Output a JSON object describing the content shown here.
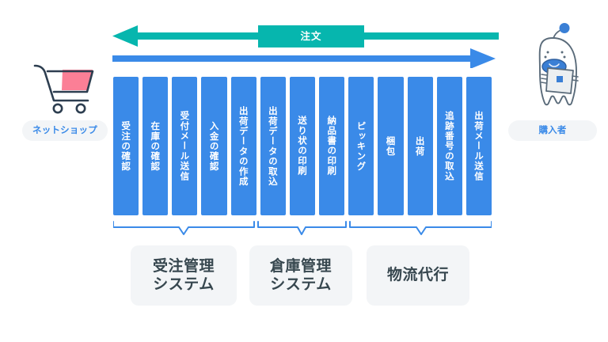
{
  "diagram": {
    "background_color": "#ffffff",
    "accent_blue": "#3a8ae8",
    "accent_teal": "#06b6ae",
    "pill_background": "#f3f5f7",
    "text_dark": "#37474f"
  },
  "endpoints": {
    "left": {
      "label": "ネットショップ",
      "icon": "shopping-cart-icon",
      "icon_fill": "#fb7f96",
      "icon_stroke": "#2d3e50"
    },
    "right": {
      "label": "購入者",
      "icon": "buyer-character-icon",
      "icon_fill": "#ffffff",
      "icon_stroke": "#5a6b7a",
      "icon_accent": "#3a7fd5"
    }
  },
  "arrows": {
    "order": {
      "label": "注文",
      "color": "#06b6ae",
      "direction": "left"
    },
    "fulfillment": {
      "color": "#3a8ae8",
      "direction": "right"
    }
  },
  "steps": [
    {
      "label": "受注の確認"
    },
    {
      "label": "在庫の確認"
    },
    {
      "label": "受付メール送信"
    },
    {
      "label": "入金の確認"
    },
    {
      "label": "出荷データの作成"
    },
    {
      "label": "出荷データの取込"
    },
    {
      "label": "送り状の印刷"
    },
    {
      "label": "納品書の印刷"
    },
    {
      "label": "ピッキング"
    },
    {
      "label": "梱包"
    },
    {
      "label": "出荷"
    },
    {
      "label": "追跡番号の取込"
    },
    {
      "label": "出荷メール送信"
    }
  ],
  "groups": [
    {
      "label": "受注管理\nシステム",
      "start_step": 0,
      "end_step": 4
    },
    {
      "label": "倉庫管理\nシステム",
      "start_step": 5,
      "end_step": 7
    },
    {
      "label": "物流代行",
      "start_step": 8,
      "end_step": 12
    }
  ]
}
